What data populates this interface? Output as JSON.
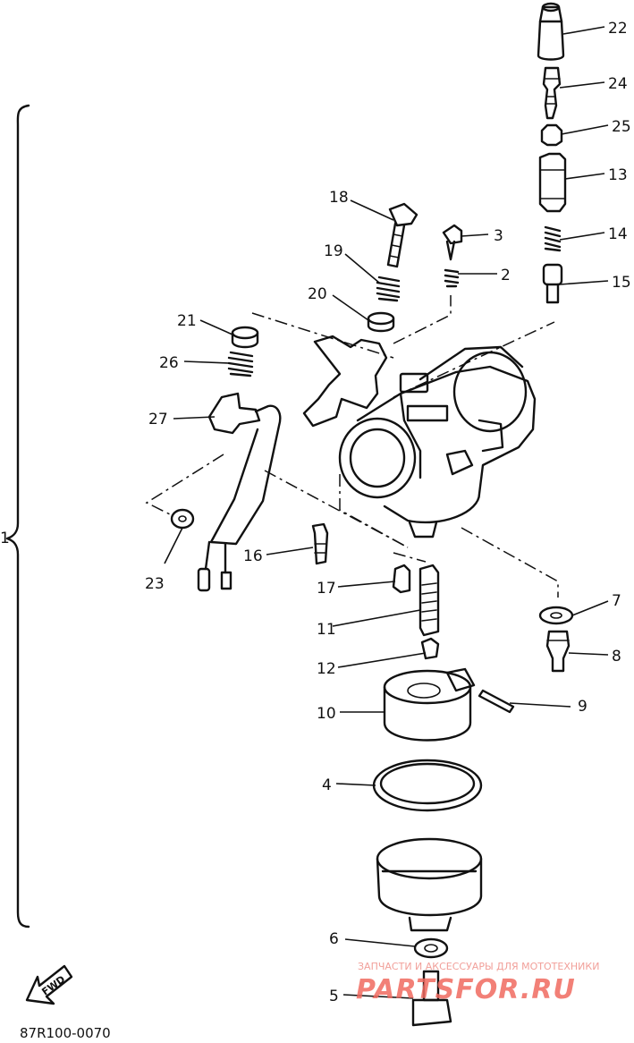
{
  "diagram": {
    "assembly_number": "1",
    "part_numbers": [
      "2",
      "3",
      "4",
      "5",
      "6",
      "7",
      "8",
      "9",
      "10",
      "11",
      "12",
      "13",
      "14",
      "15",
      "16",
      "17",
      "18",
      "19",
      "20",
      "21",
      "22",
      "23",
      "24",
      "25",
      "26",
      "27"
    ],
    "direction_label": "FWD",
    "drawing_code": "87R100-0070"
  },
  "watermark": {
    "line1": "ЗАПЧАСТИ И АКСЕССУАРЫ ДЛЯ МОТОТЕХНИКИ",
    "line2": "PARTSFOR.RU",
    "color": "#f06a60"
  },
  "colors": {
    "ink": "#111111",
    "background": "#ffffff"
  }
}
